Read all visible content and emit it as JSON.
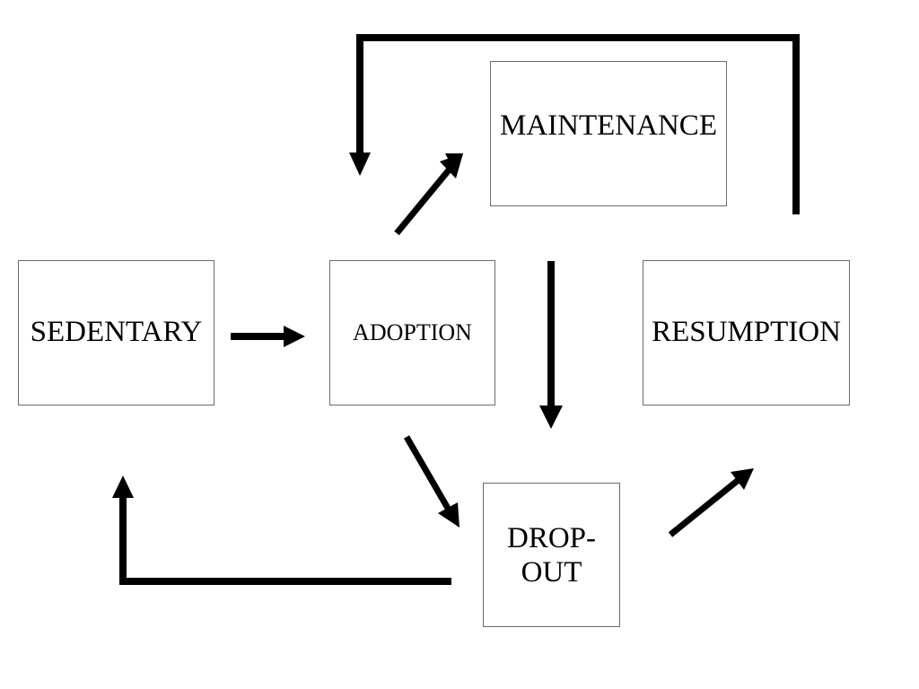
{
  "diagram": {
    "nodes": {
      "sedentary": "SEDENTARY",
      "adoption": "ADOPTION",
      "maintenance": "MAINTENANCE",
      "resumption": "RESUMPTION",
      "dropout_line1": "DROP-",
      "dropout_line2": "OUT"
    },
    "edges": [
      {
        "from": "sedentary",
        "to": "adoption"
      },
      {
        "from": "adoption",
        "to": "maintenance"
      },
      {
        "from": "adoption",
        "to": "dropout"
      },
      {
        "from": "maintenance",
        "to": "dropout"
      },
      {
        "from": "dropout",
        "to": "sedentary"
      },
      {
        "from": "dropout",
        "to": "resumption"
      },
      {
        "from": "resumption",
        "to": "adoption"
      }
    ],
    "colors": {
      "arrow": "#000000",
      "box_border": "#6b6b6b",
      "text": "#000000",
      "background": "#ffffff"
    }
  }
}
